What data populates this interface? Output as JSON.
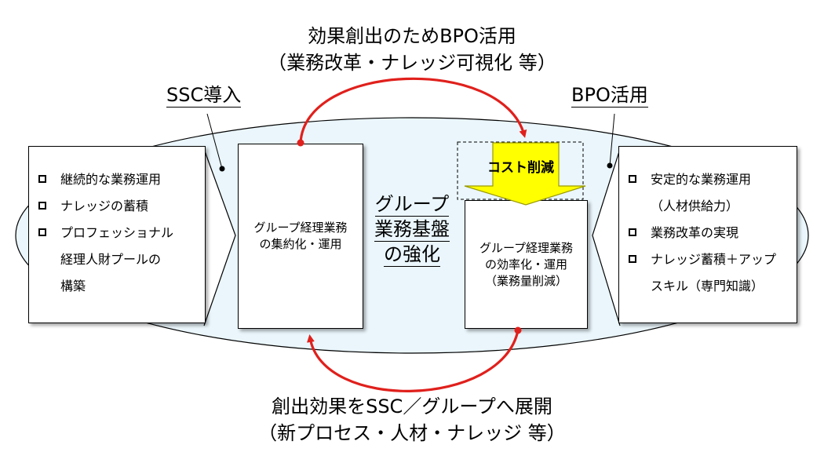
{
  "top_title": {
    "line1": "効果創出のためBPO活用",
    "line2": "（業務改革・ナレッジ可視化 等）"
  },
  "bottom_title": {
    "line1": "創出効果をSSC／グループへ展開",
    "line2": "（新プロセス・人材・ナレッジ 等）"
  },
  "left_label": "SSC導入",
  "right_label": "BPO活用",
  "left_box": {
    "items": [
      {
        "lines": [
          "継続的な業務運用"
        ]
      },
      {
        "lines": [
          "ナレッジの蓄積"
        ]
      },
      {
        "lines": [
          "プロフェッショナル",
          "経理人財プールの",
          "構築"
        ]
      }
    ]
  },
  "right_box": {
    "items": [
      {
        "lines": [
          "安定的な業務運用",
          "（人材供給力）"
        ]
      },
      {
        "lines": [
          "業務改革の実現"
        ]
      },
      {
        "lines": [
          "ナレッジ蓄積＋アップ",
          "スキル（専門知識）"
        ]
      }
    ]
  },
  "center_left_box": {
    "lines": [
      "グループ経理業務",
      "の集約化・運用"
    ]
  },
  "center_right_box": {
    "lines": [
      "グループ経理業務",
      "の効率化・運用",
      "（業務量削減）"
    ]
  },
  "center_label": {
    "lines": [
      "グループ",
      "業務基盤",
      "の強化"
    ]
  },
  "cost_label": "コスト削減",
  "colors": {
    "ellipse_fill": "#eaf6fb",
    "arrow_red": "#e0201c",
    "cost_arrow_fill": "#ffff00",
    "cost_arrow_stroke": "#9a9a00"
  }
}
